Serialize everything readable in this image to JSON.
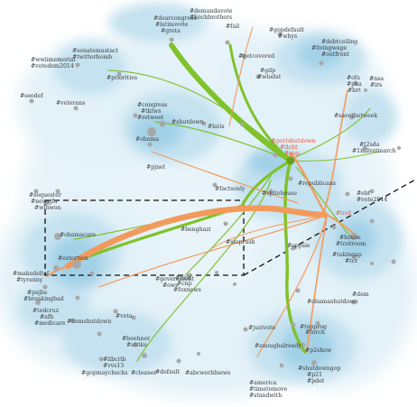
{
  "colors": {
    "background": "#ffffff",
    "region_outer": "#e3f1f8",
    "region_mid": "#c5e2f0",
    "region_inner": "#a2d1e7",
    "node": "#a8a8a8",
    "label": "#3a3a3a",
    "label_highlight": "#e8543a",
    "flow_green": "#7fc22a",
    "flow_orange": "#f29a5b",
    "dashes": "#111111"
  },
  "hashtags": {
    "demandavote": "#demandavote",
    "kochbrothers": "#kochbrothers",
    "dearcongress": "#dearcongress",
    "fail": "#fail",
    "latinovote": "#latinovote",
    "greta": "#greta",
    "gopdefault": "#gopdefault",
    "whys": "#whys",
    "senatemustact": "#senatemustact",
    "twitterbomb": "#twitterbomb",
    "debtceiling": "#debtceiling",
    "livingwage": "#livingwage",
    "outfront": "#outfront",
    "wwiimemorial": "#wwiimemorial",
    "votedem2014": "#votedem2014",
    "getcovered": "#getcovered",
    "priorities": "#priorities",
    "gdp": "#gdp",
    "wlodat": "#wlodat",
    "ofa": "#ofa",
    "nsa": "#nsa",
    "pna": "#pna",
    "irs": "#irs",
    "brt": "#brt",
    "seedef": "#seedef",
    "veterans": "#veterans",
    "congress": "#congress",
    "tktws": "#tktws",
    "retweet": "#retweet",
    "shutdown": "#shutdown",
    "savethetweek": "#savethetweek",
    "latis": "#latis",
    "obama": "#obama",
    "govtshutdown": "#govtshutdown",
    "tlcht": "#tlcht",
    "gop": "#gop",
    "t2sda": "#t2sda",
    "1milvetmarch": "#1milvetmarch",
    "pjnet": "#pjnet",
    "republicans": "#republicans",
    "factsonly": "#factsonly",
    "spitehouse": "#spitehouse",
    "ebt": "#ebt",
    "vote2014": "#vote2014",
    "sequester": "#sequester",
    "newsjfu": "#newsjfu",
    "winwon": "#winwon",
    "tcot": "#tcot",
    "obamacare": "#obamacare",
    "benghazi": "#benghazi",
    "stoprush": "#stoprush",
    "house": "#house",
    "tcotroom": "#tcotroom",
    "eppsie": "#eppsie",
    "takingap": "#takingap",
    "tcr": "#tcr",
    "extortion": "#extortion",
    "makedeltaf": "#makedeltaf",
    "tyranny": "#tyranny",
    "government": "#government",
    "ows": "#ows",
    "first": "#first",
    "cnp": "#cnp",
    "foxnews": "#foxnews",
    "pnjbs": "#pnjbs",
    "breakingbad": "#breakingbad",
    "obamashutdown": "#obamashutdown",
    "dem": "#dem",
    "tedcruz": "#tedcruz",
    "afb": "#afb",
    "medicare": "#medicare",
    "demshutdown": "#demshutdown",
    "veta": "#veta",
    "topprog": "#topprog",
    "torch": "#torch",
    "justvote": "#justvote",
    "enoughalready": "#enoughalready",
    "boehner": "#boehner",
    "strike": "#strike",
    "libcrib": "#libcrib",
    "vvs13": "#vvs13",
    "gopmaychecks": "#gopmaychecks",
    "cleaner": "#cleaner",
    "default": "#default",
    "abcworldnews": "#abcworldnews",
    "p2show": "#p2show",
    "shutdowngop": "#shutdowngop",
    "p21": "#p21",
    "pdot": "#pdot",
    "america": "#america",
    "timetomove": "#timetomove",
    "standwith": "#standwith"
  }
}
